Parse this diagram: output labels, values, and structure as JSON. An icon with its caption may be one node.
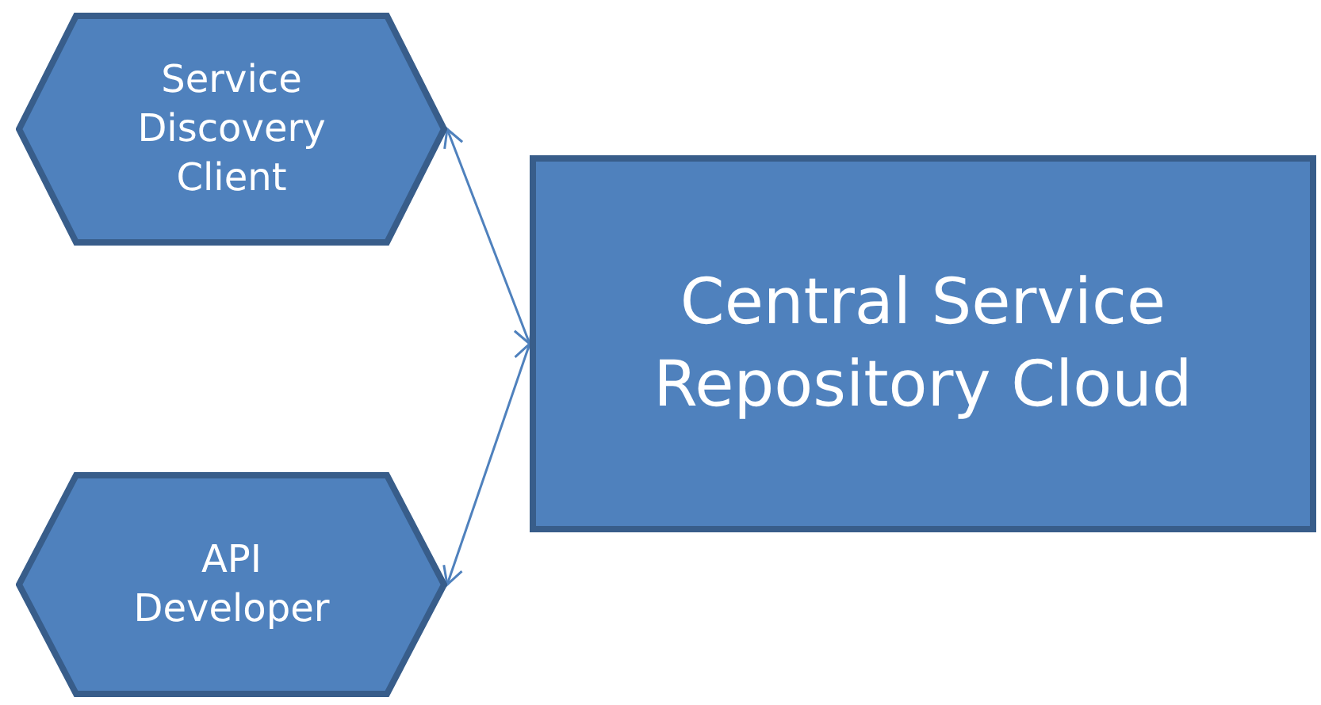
{
  "diagram": {
    "nodes": [
      {
        "text": [
          "Service Discovery Client"
        ]
      },
      {
        "text": [
          "Central Service Repository Cloud"
        ]
      },
      {
        "text": [
          "API Developer"
        ]
      }
    ],
    "edges": [
      {
        "from": 0,
        "to": 1,
        "arrow": "both"
      },
      {
        "from": 2,
        "to": 1,
        "arrow": "both"
      }
    ]
  }
}
